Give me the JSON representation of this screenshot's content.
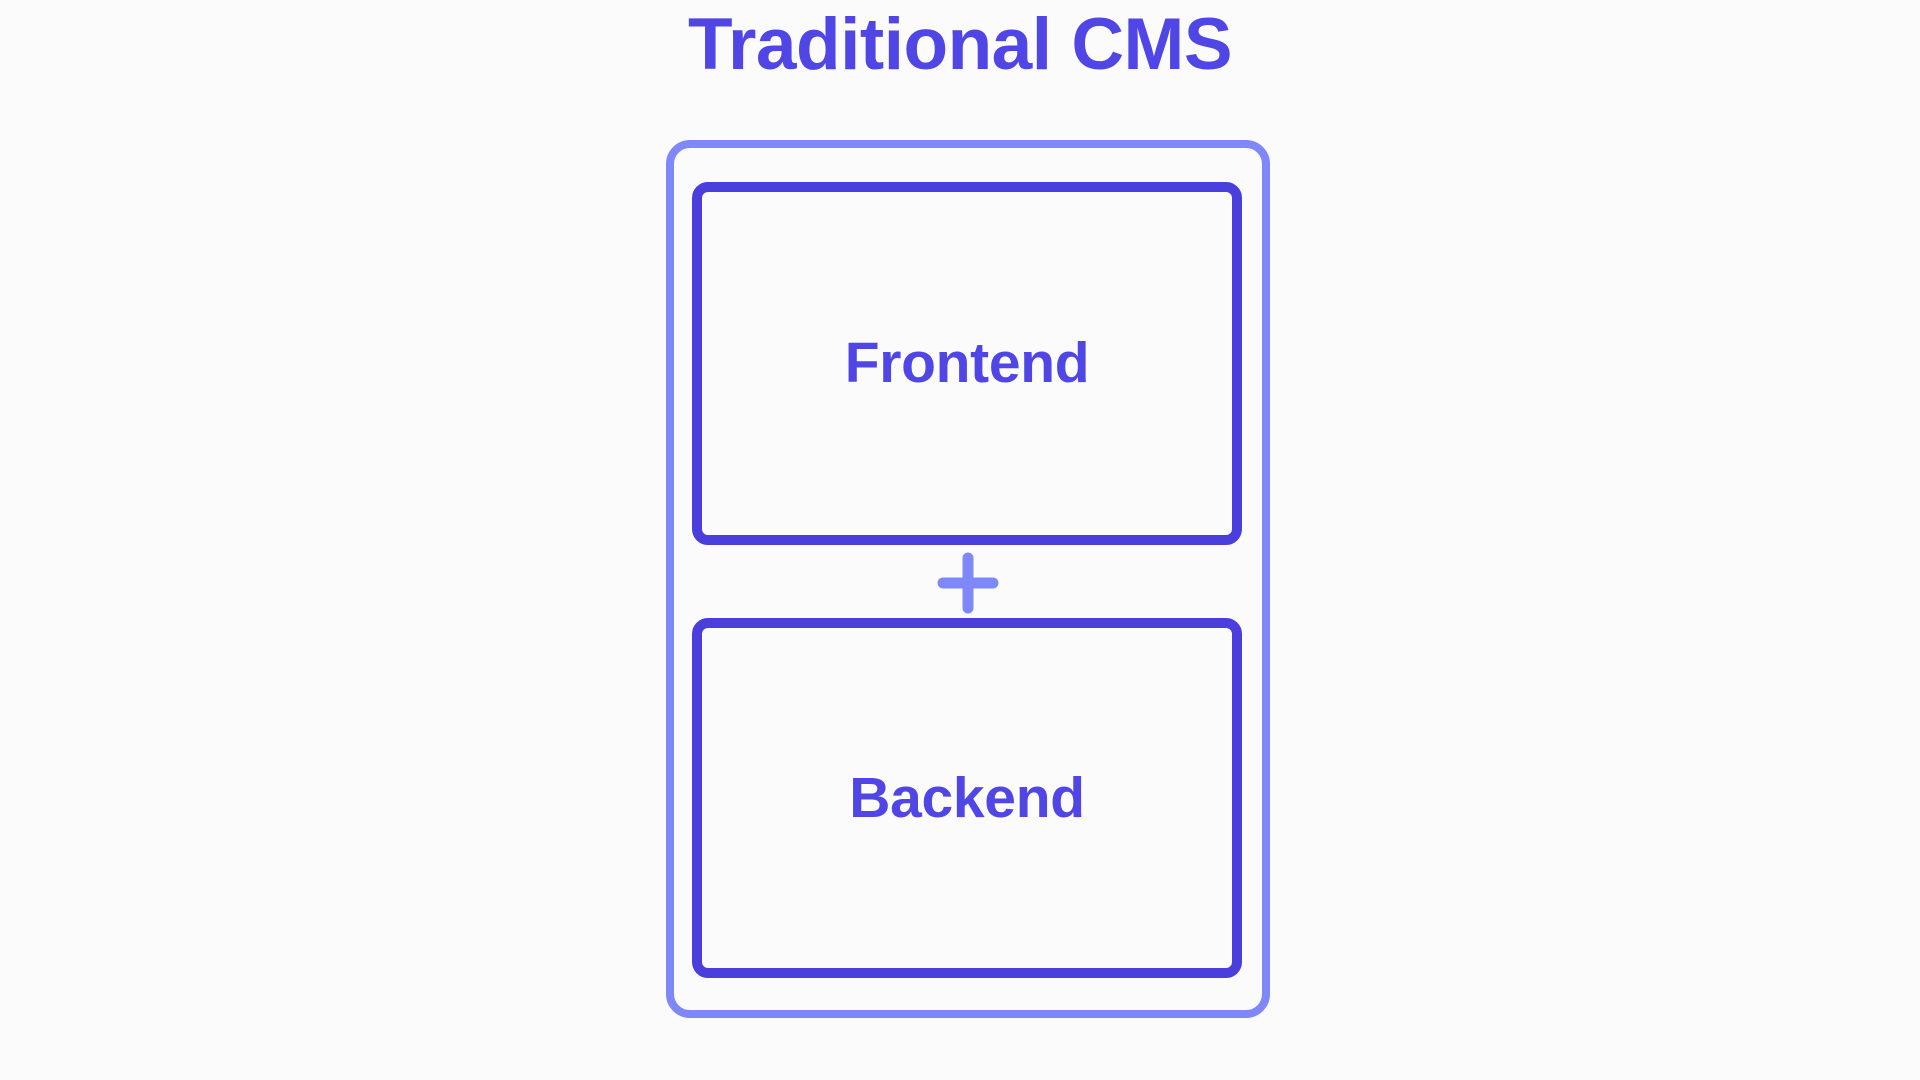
{
  "diagram": {
    "title": "Traditional CMS",
    "type": "nested-stack",
    "container": {
      "name": "traditional-cms-container",
      "label": ""
    },
    "layers": [
      {
        "id": "frontend",
        "label": "Frontend"
      },
      {
        "id": "backend",
        "label": "Backend"
      }
    ],
    "connector": {
      "icon": "plus-icon",
      "symbol": "+"
    },
    "colors": {
      "background": "#fbfbfc",
      "title": "#4f46e5",
      "outer_border": "#7f88f8",
      "inner_border": "#4a3fdd",
      "label_text": "#4f46e5",
      "connector": "#7f88f8"
    }
  }
}
